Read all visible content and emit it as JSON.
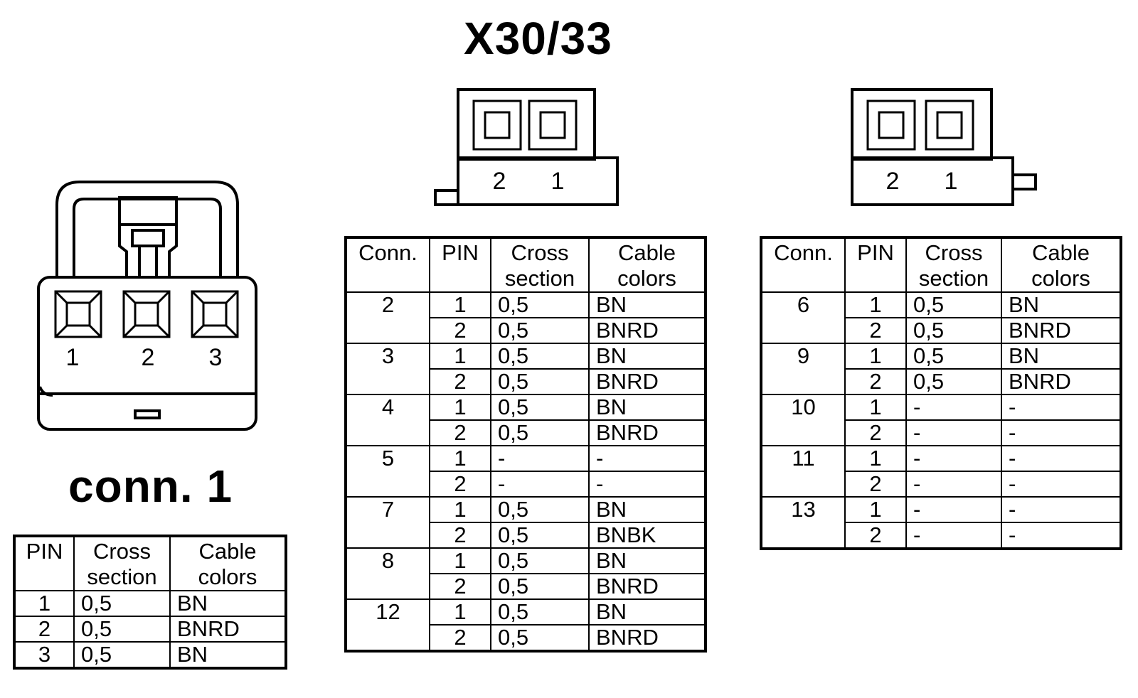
{
  "titles": {
    "main": "X30/33",
    "conn1": "conn. 1"
  },
  "connector_1": {
    "pin_labels": [
      "1",
      "2",
      "3"
    ]
  },
  "connector_x30_left": {
    "pin_labels": [
      "2",
      "1"
    ]
  },
  "connector_x30_right": {
    "pin_labels": [
      "2",
      "1"
    ]
  },
  "table_conn1": {
    "headers": {
      "pin": "PIN",
      "cross_1": "Cross",
      "cross_2": "section",
      "cable_1": "Cable",
      "cable_2": "colors"
    },
    "rows": [
      {
        "pin": "1",
        "cross": "0,5",
        "color": "BN"
      },
      {
        "pin": "2",
        "cross": "0,5",
        "color": "BNRD"
      },
      {
        "pin": "3",
        "cross": "0,5",
        "color": "BN"
      }
    ]
  },
  "table_x30_left": {
    "headers": {
      "conn": "Conn.",
      "pin": "PIN",
      "cross_1": "Cross",
      "cross_2": "section",
      "cable_1": "Cable",
      "cable_2": "colors"
    },
    "groups": [
      {
        "conn": "2",
        "rows": [
          {
            "pin": "1",
            "cross": "0,5",
            "color": "BN"
          },
          {
            "pin": "2",
            "cross": "0,5",
            "color": "BNRD"
          }
        ]
      },
      {
        "conn": "3",
        "rows": [
          {
            "pin": "1",
            "cross": "0,5",
            "color": "BN"
          },
          {
            "pin": "2",
            "cross": "0,5",
            "color": "BNRD"
          }
        ]
      },
      {
        "conn": "4",
        "rows": [
          {
            "pin": "1",
            "cross": "0,5",
            "color": "BN"
          },
          {
            "pin": "2",
            "cross": "0,5",
            "color": "BNRD"
          }
        ]
      },
      {
        "conn": "5",
        "rows": [
          {
            "pin": "1",
            "cross": "-",
            "color": "-"
          },
          {
            "pin": "2",
            "cross": "-",
            "color": "-"
          }
        ]
      },
      {
        "conn": "7",
        "rows": [
          {
            "pin": "1",
            "cross": "0,5",
            "color": "BN"
          },
          {
            "pin": "2",
            "cross": "0,5",
            "color": "BNBK"
          }
        ]
      },
      {
        "conn": "8",
        "rows": [
          {
            "pin": "1",
            "cross": "0,5",
            "color": "BN"
          },
          {
            "pin": "2",
            "cross": "0,5",
            "color": "BNRD"
          }
        ]
      },
      {
        "conn": "12",
        "rows": [
          {
            "pin": "1",
            "cross": "0,5",
            "color": "BN"
          },
          {
            "pin": "2",
            "cross": "0,5",
            "color": "BNRD"
          }
        ]
      }
    ]
  },
  "table_x30_right": {
    "headers": {
      "conn": "Conn.",
      "pin": "PIN",
      "cross_1": "Cross",
      "cross_2": "section",
      "cable_1": "Cable",
      "cable_2": "colors"
    },
    "groups": [
      {
        "conn": "6",
        "rows": [
          {
            "pin": "1",
            "cross": "0,5",
            "color": "BN"
          },
          {
            "pin": "2",
            "cross": "0,5",
            "color": "BNRD"
          }
        ]
      },
      {
        "conn": "9",
        "rows": [
          {
            "pin": "1",
            "cross": "0,5",
            "color": "BN"
          },
          {
            "pin": "2",
            "cross": "0,5",
            "color": "BNRD"
          }
        ]
      },
      {
        "conn": "10",
        "rows": [
          {
            "pin": "1",
            "cross": "-",
            "color": "-"
          },
          {
            "pin": "2",
            "cross": "-",
            "color": "-"
          }
        ]
      },
      {
        "conn": "11",
        "rows": [
          {
            "pin": "1",
            "cross": "-",
            "color": "-"
          },
          {
            "pin": "2",
            "cross": "-",
            "color": "-"
          }
        ]
      },
      {
        "conn": "13",
        "rows": [
          {
            "pin": "1",
            "cross": "-",
            "color": "-"
          },
          {
            "pin": "2",
            "cross": "-",
            "color": "-"
          }
        ]
      }
    ]
  }
}
